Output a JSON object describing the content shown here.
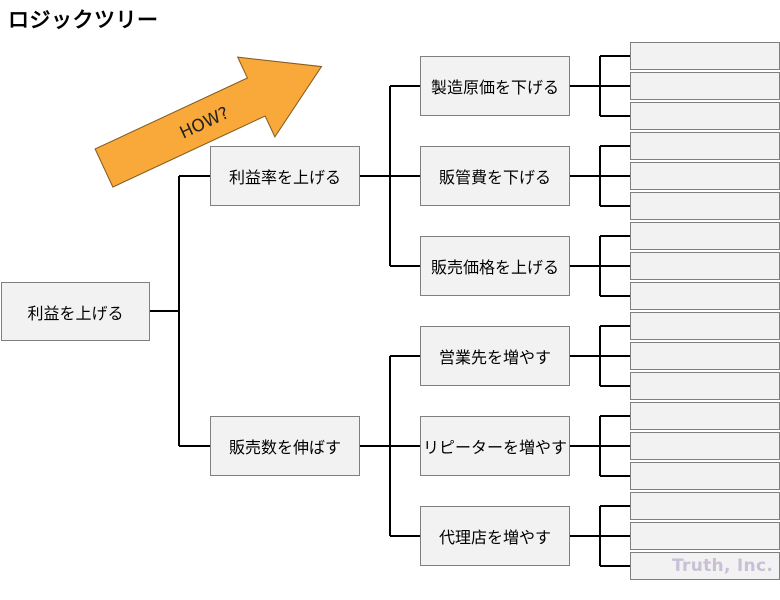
{
  "title": "ロジックツリー",
  "arrow": {
    "label": "HOW?",
    "color": "#f9a83a"
  },
  "tree": {
    "root": "利益を上げる",
    "level1": [
      "利益率を上げる",
      "販売数を伸ばす"
    ],
    "level2": [
      "製造原価を下げる",
      "販管費を下げる",
      "販売価格を上げる",
      "営業先を増やす",
      "リピーターを増やす",
      "代理店を増やす"
    ]
  },
  "watermark": "Truth, Inc."
}
